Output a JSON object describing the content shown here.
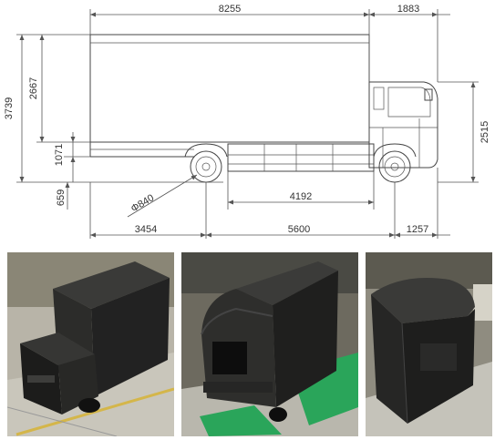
{
  "drawing": {
    "dims": {
      "box_length": "8255",
      "cab_overhang": "1883",
      "box_height": "2667",
      "overall_height": "3739",
      "cab_height": "2515",
      "chassis_height": "1071",
      "ground_clearance": "659",
      "wheel_diameter": "Φ840",
      "between_axles": "4192",
      "rear_overhang": "3454",
      "wheelbase": "5600",
      "front_overhang": "1257"
    }
  },
  "photos": [
    {
      "name": "scale-model-photo-rear-view"
    },
    {
      "name": "scale-model-photo-front-view"
    },
    {
      "name": "scale-model-photo-side-view"
    }
  ]
}
